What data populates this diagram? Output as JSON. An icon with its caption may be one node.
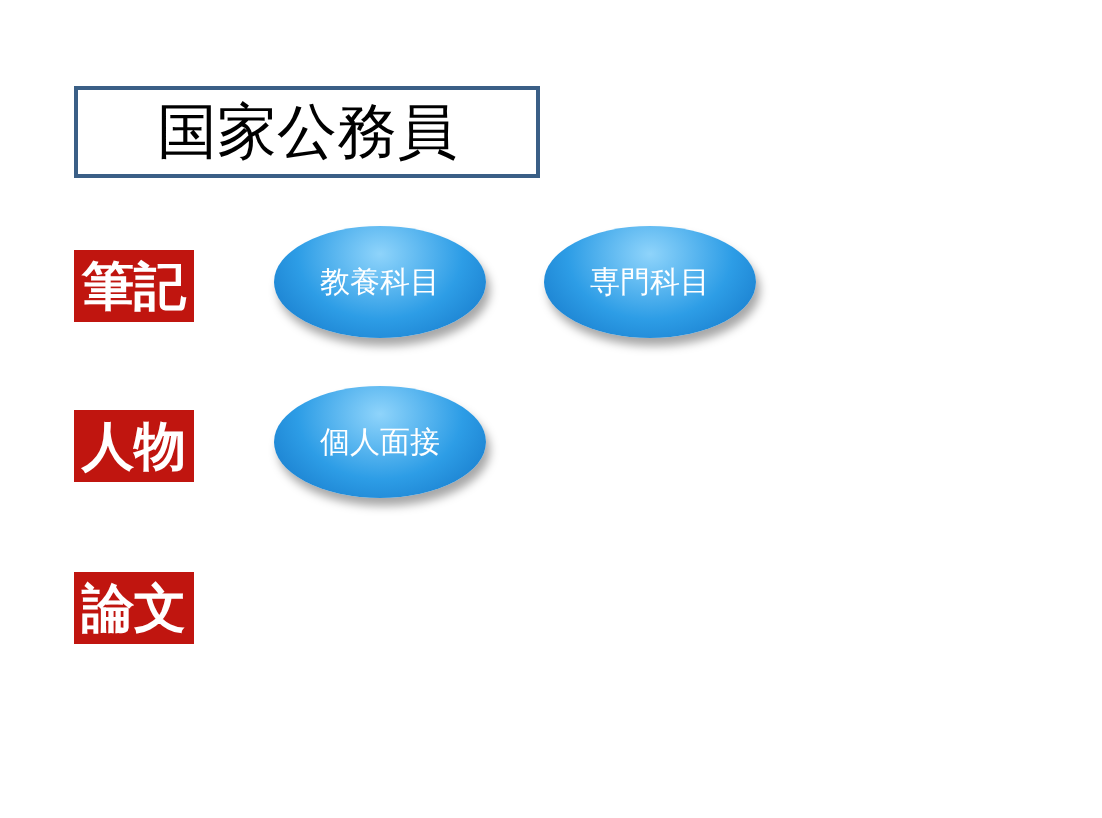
{
  "diagram": {
    "nodes": [
      {
        "text": [
          "国家公務員"
        ]
      },
      {
        "text": [
          "筆記"
        ]
      },
      {
        "text": [
          "教養科目"
        ]
      },
      {
        "text": [
          "専門科目"
        ]
      },
      {
        "text": [
          "人物"
        ]
      },
      {
        "text": [
          "個人面接"
        ]
      },
      {
        "text": [
          "論文"
        ]
      }
    ]
  }
}
